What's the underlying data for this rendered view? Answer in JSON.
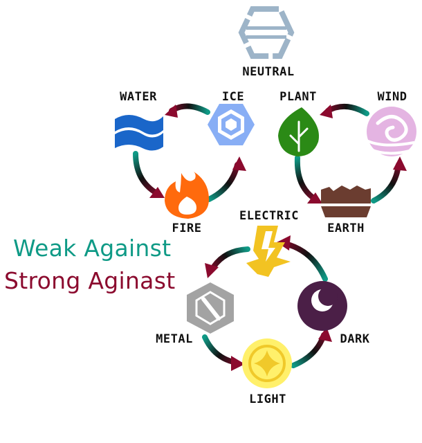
{
  "legend": {
    "weak_label": "Weak Against",
    "strong_label": "Strong Aginast",
    "weak_color": "#0f9a86",
    "strong_color": "#8b0a2e"
  },
  "elements": {
    "neutral": {
      "label": "NEUTRAL",
      "color": "#9db4c8"
    },
    "water": {
      "label": "WATER",
      "color": "#1a66c9"
    },
    "ice": {
      "label": "ICE",
      "color": "#88aef5"
    },
    "fire": {
      "label": "FIRE",
      "color": "#ff6a0d"
    },
    "plant": {
      "label": "PLANT",
      "color": "#2b8a16"
    },
    "wind": {
      "label": "WIND",
      "color": "#d99ad8"
    },
    "earth": {
      "label": "EARTH",
      "color": "#6b3d30"
    },
    "electric": {
      "label": "ELECTRIC",
      "color": "#f2c322"
    },
    "metal": {
      "label": "METAL",
      "color": "#a3a3a3"
    },
    "dark": {
      "label": "DARK",
      "color": "#4b1f47"
    },
    "light": {
      "label": "LIGHT",
      "color": "#fff06b"
    }
  },
  "cycles": [
    [
      "water",
      "ice",
      "fire"
    ],
    [
      "plant",
      "wind",
      "earth"
    ],
    [
      "electric",
      "dark",
      "light",
      "metal"
    ]
  ]
}
